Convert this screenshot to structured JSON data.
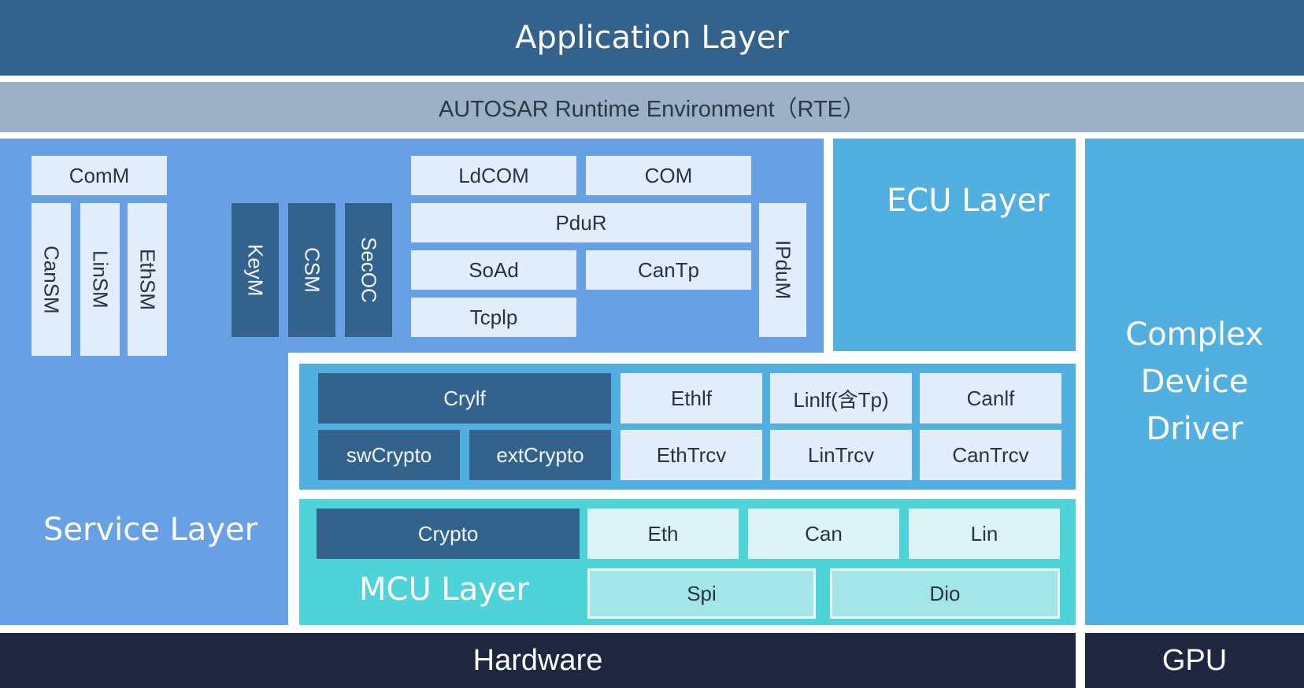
{
  "layers": {
    "application": "Application Layer",
    "rte": "AUTOSAR Runtime Environment（RTE）",
    "service": "Service Layer",
    "ecu": "ECU Layer",
    "complex_device_driver": [
      "Complex",
      "Device",
      "Driver"
    ],
    "mcu": "MCU Layer",
    "hardware": "Hardware",
    "gpu": "GPU"
  },
  "service_modules": {
    "comm": "ComM",
    "canSM": "CanSM",
    "linSM": "LinSM",
    "ethSM": "EthSM",
    "keyM": "KeyM",
    "csm": "CSM",
    "secOC": "SecOC",
    "ldcom": "LdCOM",
    "com": "COM",
    "pdur": "PduR",
    "soad": "SoAd",
    "cantp": "CanTp",
    "tcpip": "Tcplp",
    "ipdum": "IPduM"
  },
  "ecu_modules": {
    "cryif": "Crylf",
    "ethif": "Ethlf",
    "linif": "Linlf(含Tp)",
    "canif": "Canlf",
    "swcrypto": "swCrypto",
    "extcrypto": "extCrypto",
    "ethtrcv": "EthTrcv",
    "lintrcv": "LinTrcv",
    "cantrcv": "CanTrcv"
  },
  "mcu_modules": {
    "crypto": "Crypto",
    "eth": "Eth",
    "can": "Can",
    "lin": "Lin",
    "spi": "Spi",
    "dio": "Dio"
  },
  "colors": {
    "application": "#33628c",
    "rte": "#9cb0c6",
    "service": "#68a0e6",
    "ecu": "#52b0e0",
    "mcu": "#4ed3d8",
    "hardware": "#1f2640"
  }
}
